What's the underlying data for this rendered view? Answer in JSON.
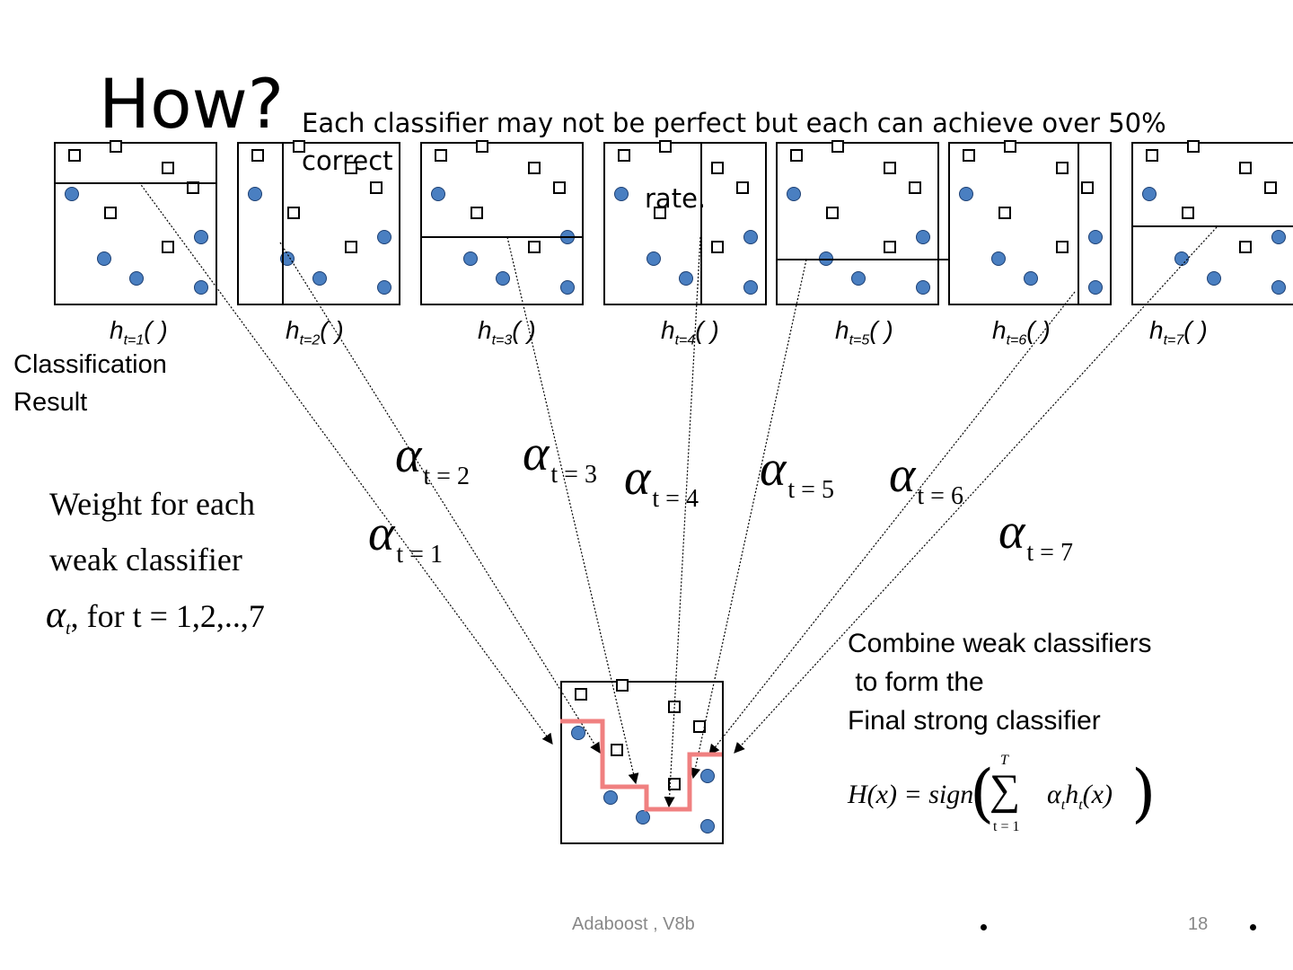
{
  "slide": {
    "title": "How?",
    "subtitle_line1": "Each classifier may not be perfect but each can achieve over 50% correct",
    "subtitle_line2": "rate."
  },
  "weak_classifiers": [
    {
      "label_main": "h",
      "label_sub": "t=1",
      "label_tail": "( )"
    },
    {
      "label_main": "h",
      "label_sub": "t=2",
      "label_tail": "( )"
    },
    {
      "label_main": "h",
      "label_sub": "t=3",
      "label_tail": "( )"
    },
    {
      "label_main": "h",
      "label_sub": "t=4",
      "label_tail": "( )"
    },
    {
      "label_main": "h",
      "label_sub": "t=5",
      "label_tail": "( )"
    },
    {
      "label_main": "h",
      "label_sub": "t=6",
      "label_tail": "( )"
    },
    {
      "label_main": "h",
      "label_sub": "t=7",
      "label_tail": "( )"
    }
  ],
  "classification_result": {
    "line1": "Classification",
    "line2": "Result"
  },
  "weights": {
    "line1": "Weight for each",
    "line2": "weak classifier",
    "line3_symbol": "α",
    "line3_sub": "t",
    "line3_rest": ", for t = 1,2,..,7"
  },
  "alphas": [
    {
      "symbol": "α",
      "sub": "t = 1"
    },
    {
      "symbol": "α",
      "sub": "t = 2"
    },
    {
      "symbol": "α",
      "sub": "t = 3"
    },
    {
      "symbol": "α",
      "sub": "t = 4"
    },
    {
      "symbol": "α",
      "sub": "t = 5"
    },
    {
      "symbol": "α",
      "sub": "t = 6"
    },
    {
      "symbol": "α",
      "sub": "t = 7"
    }
  ],
  "combine": {
    "line1": "Combine weak classifiers",
    "line2": " to form the",
    "line3": "Final strong classifier"
  },
  "formula": {
    "lhs": "H(x) = sign",
    "sum_symbol": "∑",
    "sum_top": "T",
    "sum_bottom": "t = 1",
    "term": "α",
    "term_sub": "t",
    "term2": "h",
    "term2_sub": "t",
    "term_tail": "(x)"
  },
  "footer": {
    "center": "Adaboost , V8b",
    "page": "18"
  },
  "colors": {
    "dot_fill": "#4a7fc1",
    "boundary": "#f08080"
  }
}
